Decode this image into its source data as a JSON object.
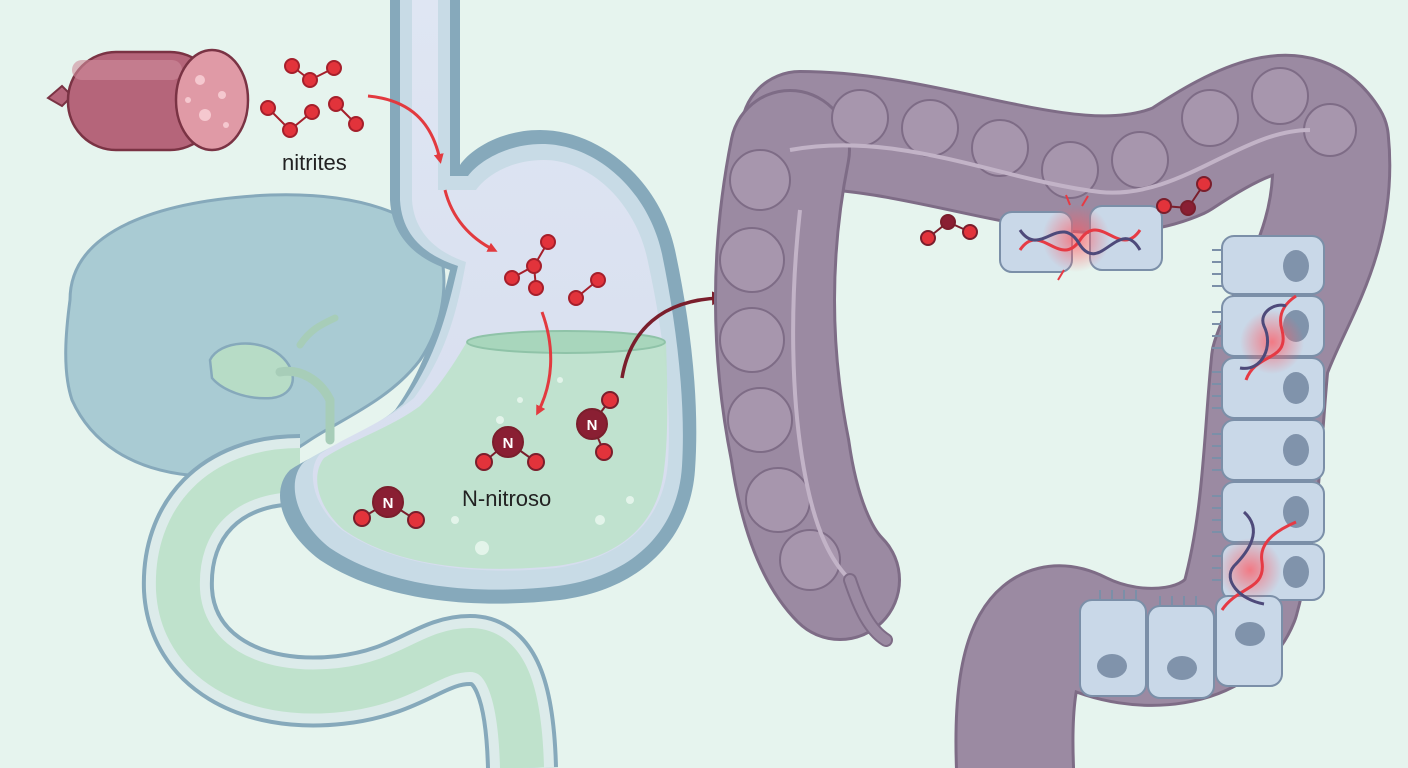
{
  "labels": {
    "nitrites": "nitrites",
    "n_nitroso": "N-nitroso",
    "nitrogen_symbol": "N"
  },
  "colors": {
    "background": "#e6f4ee",
    "molecule_red": "#e2333b",
    "molecule_dark": "#8a1f33",
    "arrow_red": "#e23a3f",
    "arrow_dark": "#7a1e2c",
    "organ_outline": "#86a9bb",
    "liver": "#a9cbd3",
    "stomach_fluid": "#bfe2cc",
    "colon": "#9b8aa2",
    "cell": "#c9d8e8",
    "dna_red": "#e63a44",
    "dna_dark": "#4e4a7a",
    "sausage": "#b5657a"
  },
  "icons": {
    "sausage": "sausage-icon",
    "molecule": "molecule-icon",
    "dna": "dna-icon",
    "cell": "cell-icon"
  }
}
